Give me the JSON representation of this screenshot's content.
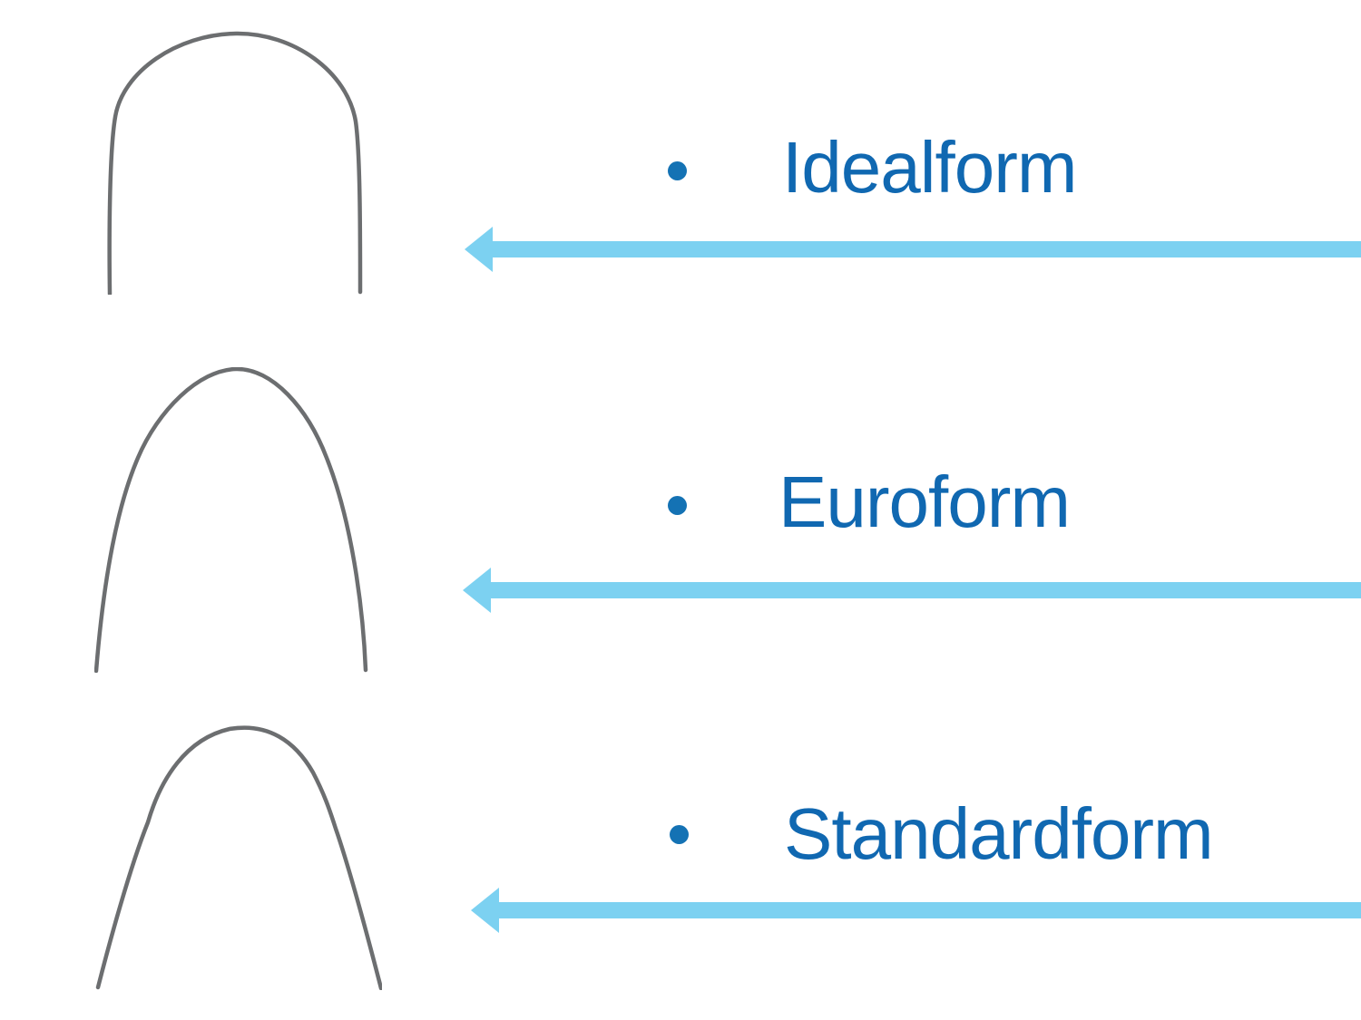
{
  "slide": {
    "background": "#ffffff",
    "colors": {
      "label_text": "#1068B1",
      "bullet": "#1472B4",
      "arrow": "#7CD1F1",
      "wire": "#6C6E70"
    },
    "items": [
      {
        "label": "Idealform",
        "image": "idealform-archwire-icon",
        "bullet_icon": "bullet-dot",
        "arrow_icon": "left-arrow"
      },
      {
        "label": "Euroform",
        "image": "euroform-archwire-icon",
        "bullet_icon": "bullet-dot",
        "arrow_icon": "left-arrow"
      },
      {
        "label": "Standardform",
        "image": "standardform-archwire-icon",
        "bullet_icon": "bullet-dot",
        "arrow_icon": "left-arrow"
      }
    ]
  }
}
